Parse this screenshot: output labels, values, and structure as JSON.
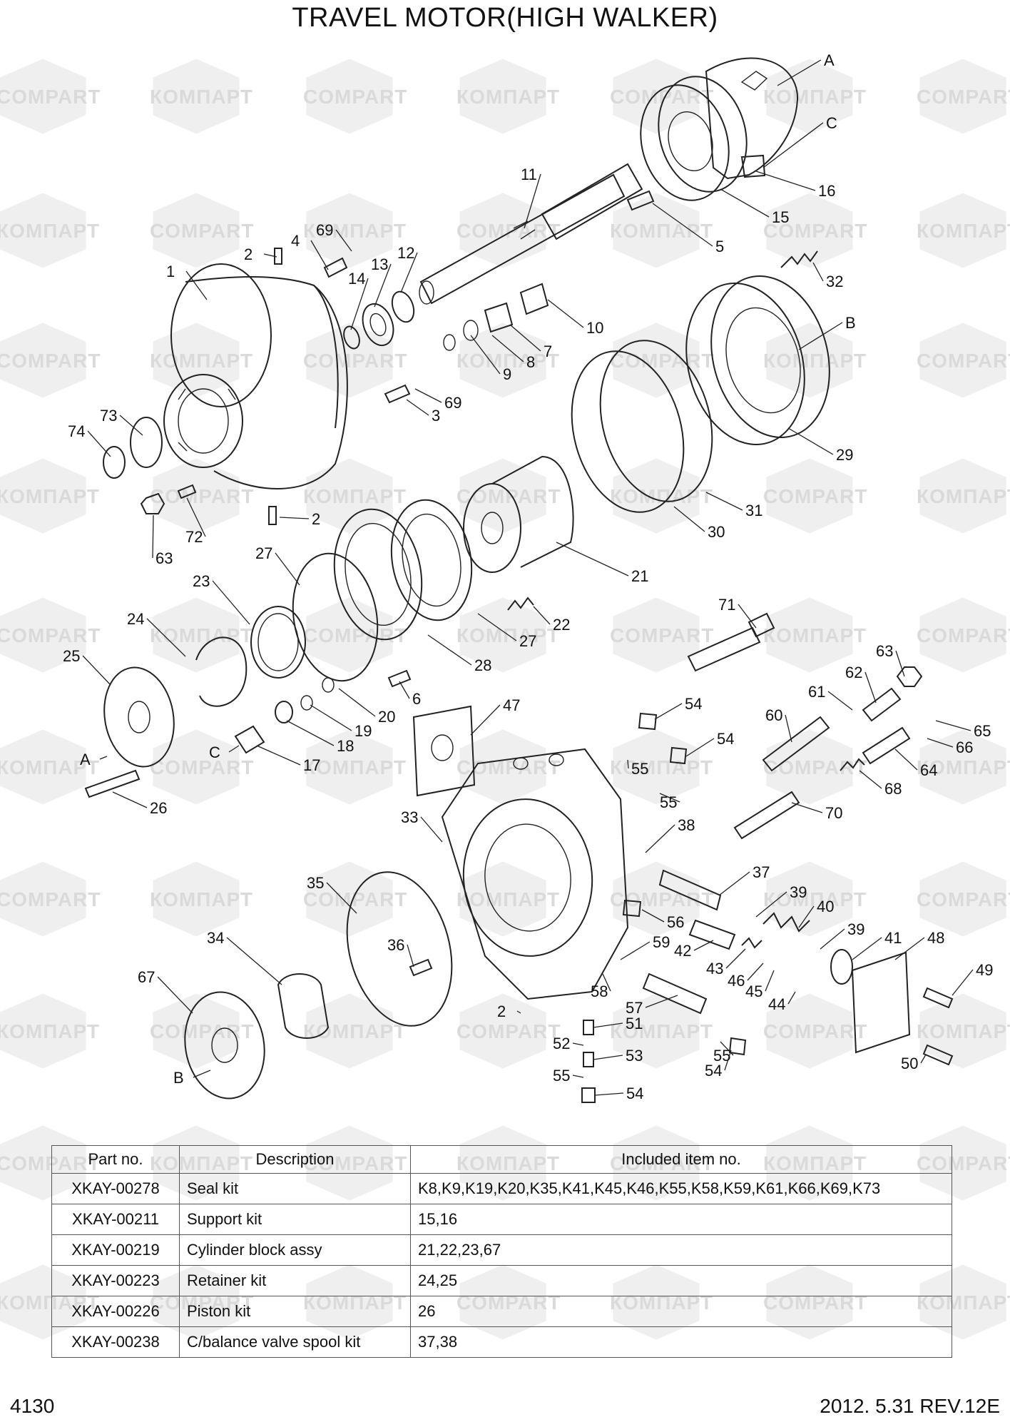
{
  "title": "TRAVEL MOTOR(HIGH WALKER)",
  "watermark": {
    "text_latin": "COMPART",
    "text_cyrillic": "КОМПАРТ"
  },
  "callouts": {
    "c1": "1",
    "c2a": "2",
    "c2b": "2",
    "c2c": "2",
    "c3": "3",
    "c4": "4",
    "c5": "5",
    "c6": "6",
    "c7": "7",
    "c8": "8",
    "c9": "9",
    "c10": "10",
    "c11": "11",
    "c12": "12",
    "c13": "13",
    "c14": "14",
    "c15": "15",
    "c16": "16",
    "c17": "17",
    "c18": "18",
    "c19": "19",
    "c20": "20",
    "c21": "21",
    "c22": "22",
    "c23": "23",
    "c24": "24",
    "c25": "25",
    "c26": "26",
    "c27a": "27",
    "c27b": "27",
    "c28": "28",
    "c29": "29",
    "c30": "30",
    "c31": "31",
    "c32": "32",
    "c33": "33",
    "c34": "34",
    "c35": "35",
    "c36": "36",
    "c37": "37",
    "c38": "38",
    "c39a": "39",
    "c39b": "39",
    "c40": "40",
    "c41": "41",
    "c42": "42",
    "c43": "43",
    "c44": "44",
    "c45": "45",
    "c46": "46",
    "c47": "47",
    "c48": "48",
    "c49": "49",
    "c50": "50",
    "c51": "51",
    "c52": "52",
    "c53": "53",
    "c54a": "54",
    "c54b": "54",
    "c54c": "54",
    "c54d": "54",
    "c55a": "55",
    "c55b": "55",
    "c55c": "55",
    "c55d": "55",
    "c56": "56",
    "c57": "57",
    "c58": "58",
    "c59": "59",
    "c60": "60",
    "c61": "61",
    "c62": "62",
    "c63a": "63",
    "c63b": "63",
    "c64": "64",
    "c65": "65",
    "c66": "66",
    "c67": "67",
    "c68": "68",
    "c69a": "69",
    "c69b": "69",
    "c70": "70",
    "c71": "71",
    "c72": "72",
    "c73": "73",
    "c74": "74",
    "cA1": "A",
    "cA2": "A",
    "cB1": "B",
    "cB2": "B",
    "cC1": "C",
    "cC2": "C"
  },
  "table": {
    "headers": {
      "part_no": "Part no.",
      "description": "Description",
      "included": "Included item no."
    },
    "rows": [
      {
        "part_no": "XKAY-00278",
        "description": "Seal kit",
        "included": "K8,K9,K19,K20,K35,K41,K45,K46,K55,K58,K59,K61,K66,K69,K73"
      },
      {
        "part_no": "XKAY-00211",
        "description": "Support kit",
        "included": "15,16"
      },
      {
        "part_no": "XKAY-00219",
        "description": "Cylinder block assy",
        "included": "21,22,23,67"
      },
      {
        "part_no": "XKAY-00223",
        "description": "Retainer kit",
        "included": "24,25"
      },
      {
        "part_no": "XKAY-00226",
        "description": "Piston kit",
        "included": "26"
      },
      {
        "part_no": "XKAY-00238",
        "description": "C/balance valve spool kit",
        "included": "37,38"
      }
    ]
  },
  "footer": {
    "page": "4130",
    "revision": "2012. 5.31  REV.12E"
  }
}
